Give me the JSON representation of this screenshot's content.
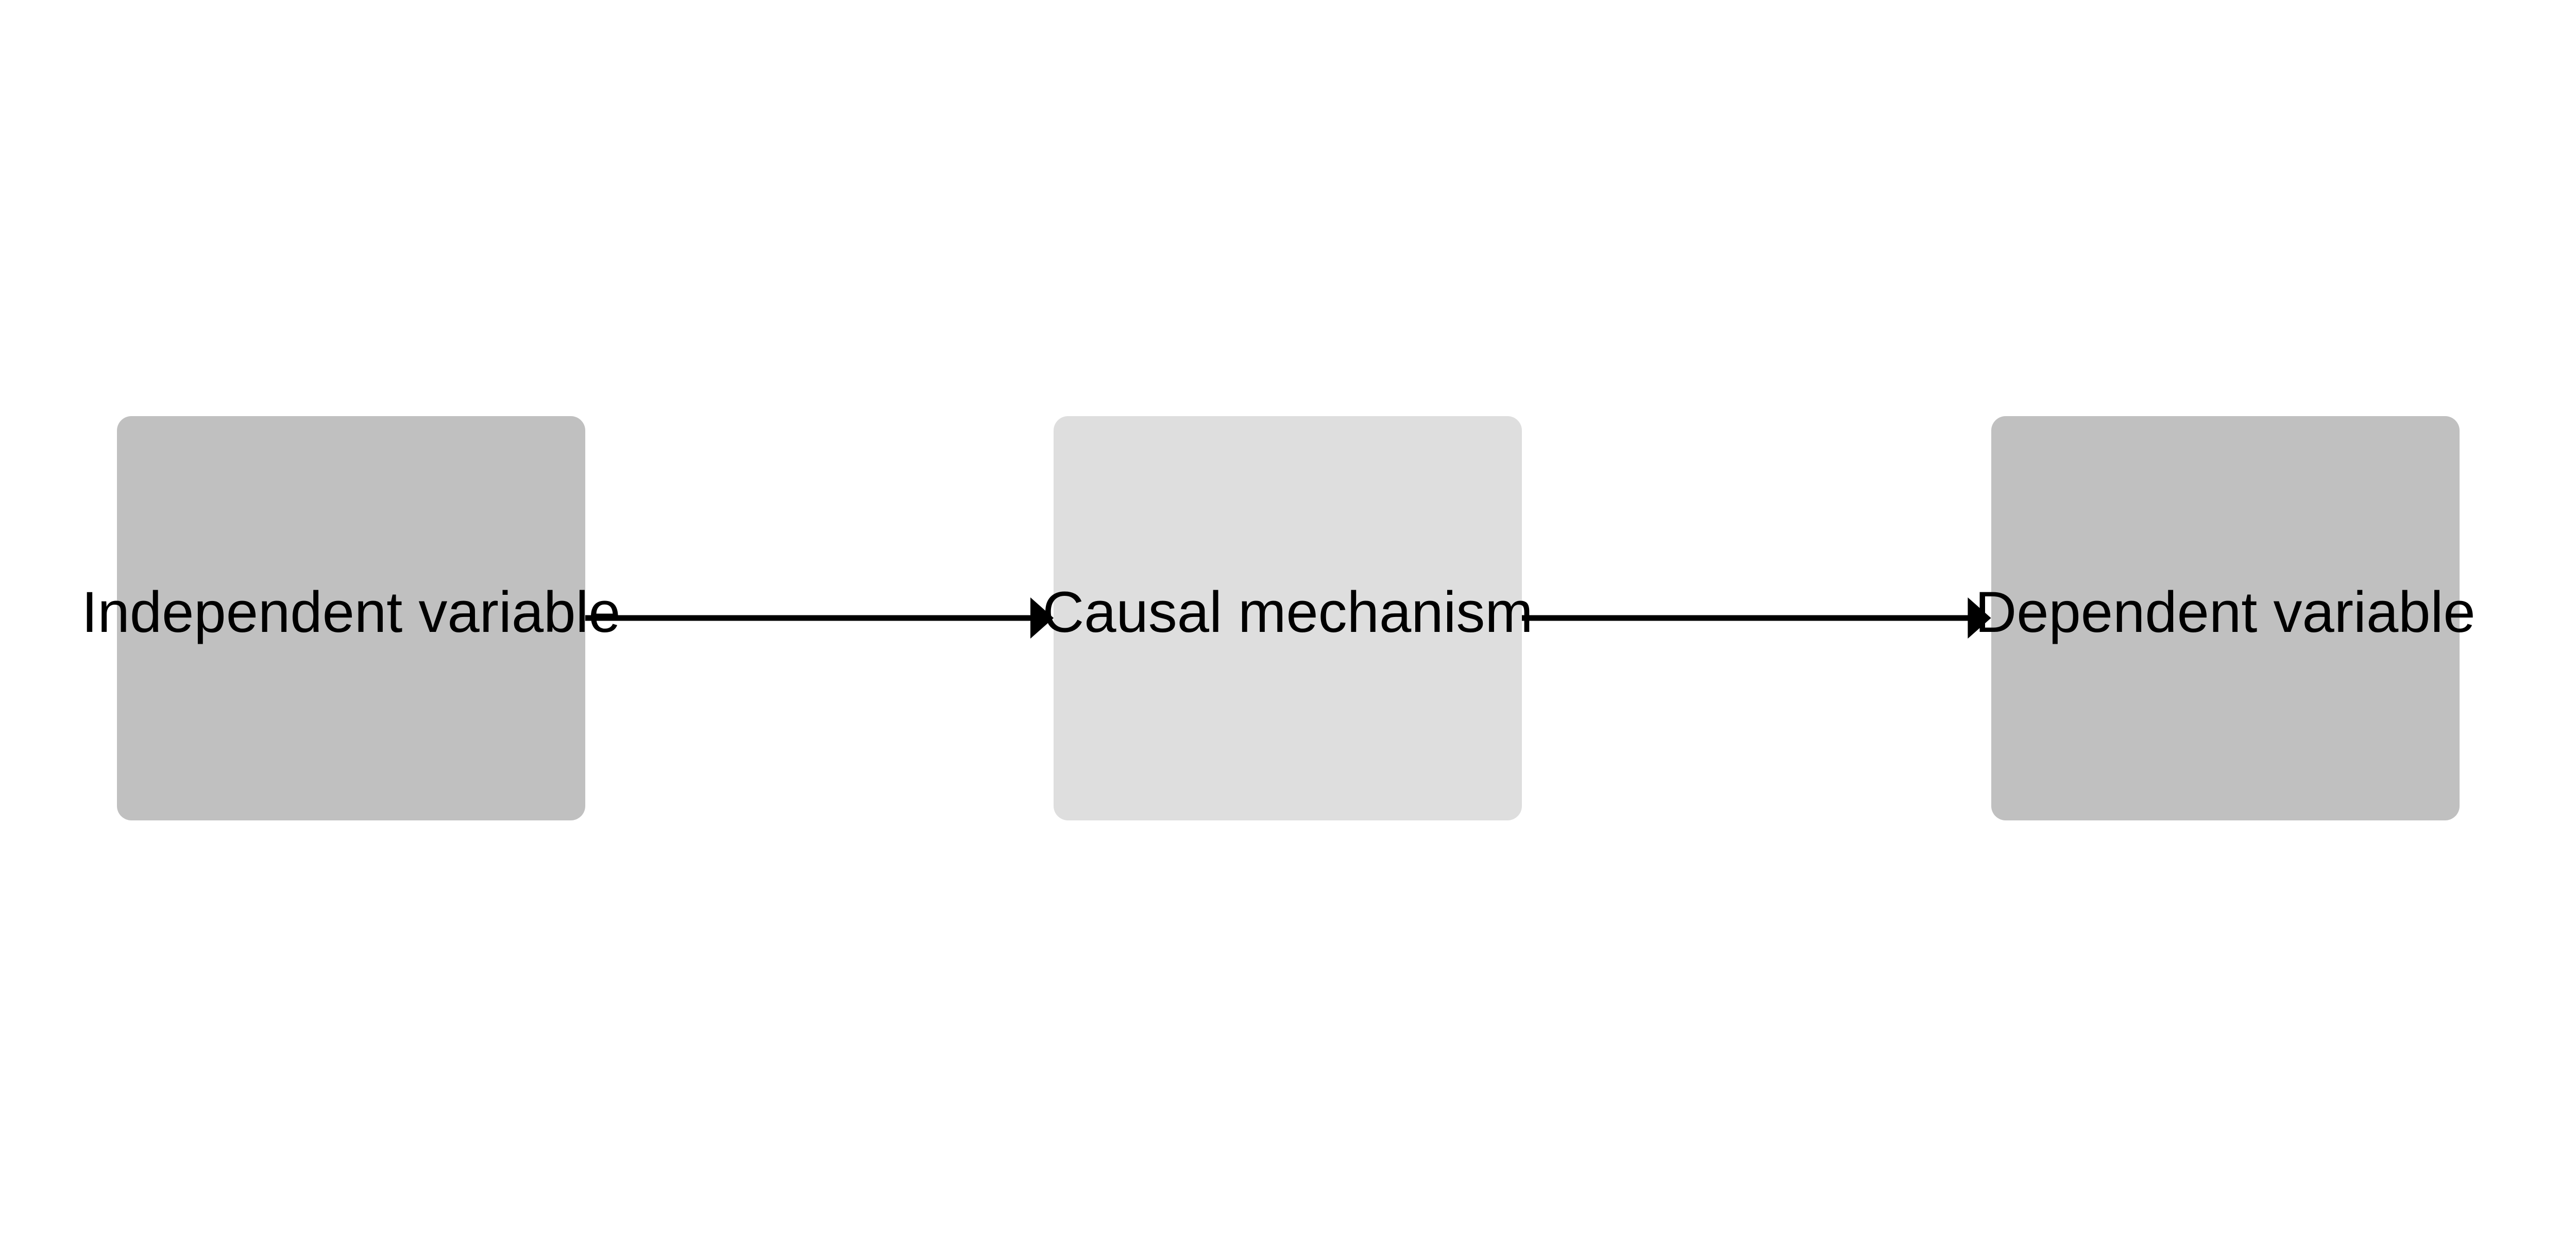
{
  "nodes": [
    {
      "label": "Independent variable",
      "color": "#c0c0c0"
    },
    {
      "label": "Causal mechanism",
      "color": "#dedede"
    },
    {
      "label": "Dependent variable",
      "color": "#c0c0c0"
    }
  ],
  "edges": [
    {
      "from": "Independent variable",
      "to": "Causal mechanism"
    },
    {
      "from": "Causal mechanism",
      "to": "Dependent variable"
    }
  ],
  "arrow_color": "#000000"
}
